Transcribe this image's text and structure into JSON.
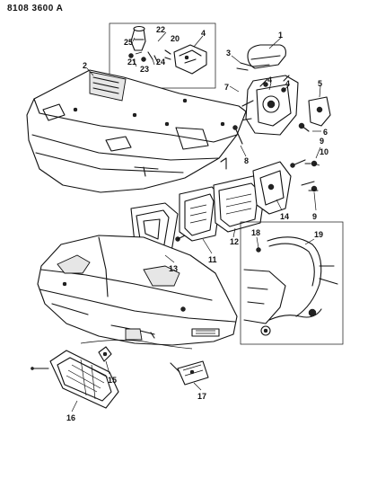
{
  "header": {
    "code": "8108 3600 A"
  },
  "callouts": [
    {
      "id": "c1",
      "text": "1"
    },
    {
      "id": "c2",
      "text": "2"
    },
    {
      "id": "c3",
      "text": "3"
    },
    {
      "id": "c4a",
      "text": "4"
    },
    {
      "id": "c4b",
      "text": "4"
    },
    {
      "id": "c4c",
      "text": "4"
    },
    {
      "id": "c5",
      "text": "5"
    },
    {
      "id": "c6",
      "text": "6"
    },
    {
      "id": "c7",
      "text": "7"
    },
    {
      "id": "c8",
      "text": "8"
    },
    {
      "id": "c9a",
      "text": "9"
    },
    {
      "id": "c9b",
      "text": "9"
    },
    {
      "id": "c10",
      "text": "10"
    },
    {
      "id": "c11",
      "text": "11"
    },
    {
      "id": "c12",
      "text": "12"
    },
    {
      "id": "c13",
      "text": "13"
    },
    {
      "id": "c14",
      "text": "14"
    },
    {
      "id": "c15",
      "text": "15"
    },
    {
      "id": "c16",
      "text": "16"
    },
    {
      "id": "c17",
      "text": "17"
    },
    {
      "id": "c18",
      "text": "18"
    },
    {
      "id": "c19",
      "text": "19"
    },
    {
      "id": "c20",
      "text": "20"
    },
    {
      "id": "c21",
      "text": "21"
    },
    {
      "id": "c22",
      "text": "22"
    },
    {
      "id": "c23",
      "text": "23"
    },
    {
      "id": "c24",
      "text": "24"
    },
    {
      "id": "c25",
      "text": "25"
    }
  ]
}
